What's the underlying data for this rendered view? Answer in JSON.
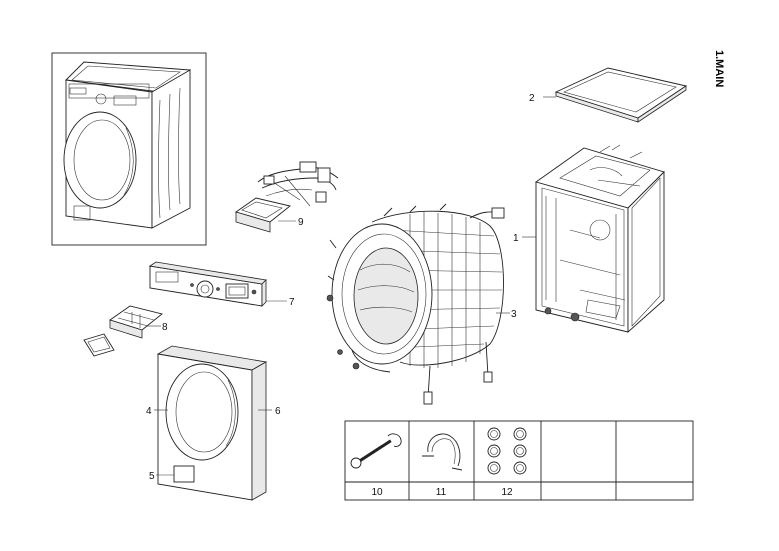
{
  "page_title": "1.MAIN",
  "callouts": {
    "c1": "1",
    "c2": "2",
    "c3": "3",
    "c4": "4",
    "c5": "5",
    "c6": "6",
    "c7": "7",
    "c8": "8",
    "c9": "9"
  },
  "accessory_table": {
    "labels": [
      "10",
      "11",
      "12",
      "",
      ""
    ]
  },
  "icons": [
    "washing-machine-icon",
    "cabinet-frame-icon",
    "top-cover-icon",
    "drum-tub-icon",
    "front-panel-icon",
    "door-icon",
    "control-panel-icon",
    "detergent-drawer-icon",
    "wiring-harness-icon",
    "spanner-icon",
    "hose-clip-icon",
    "cap-icon"
  ],
  "colors": {
    "line": "#222222",
    "background": "#ffffff"
  }
}
